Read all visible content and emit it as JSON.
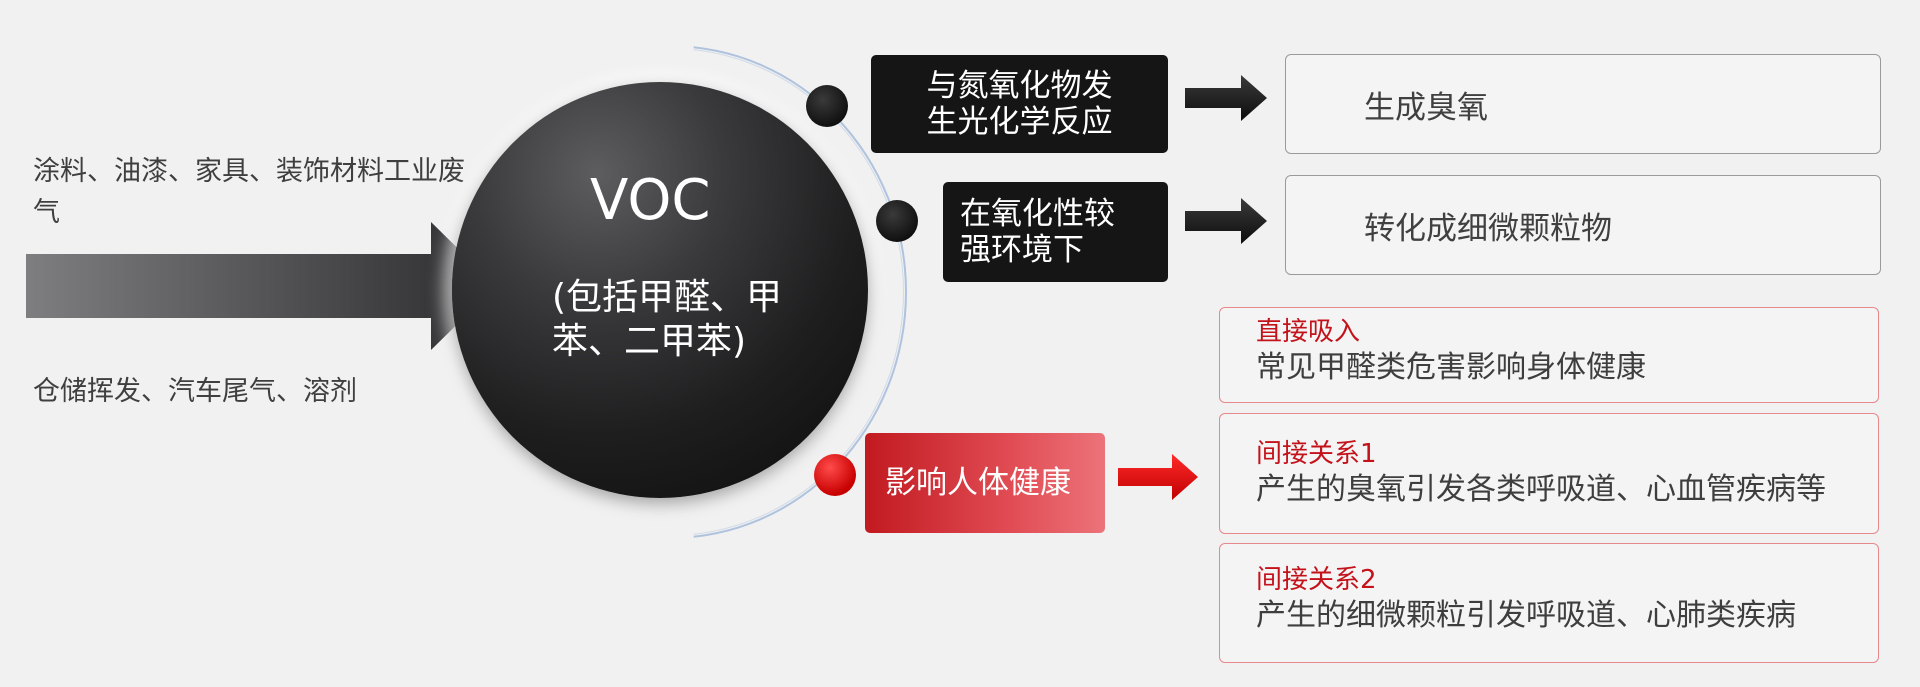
{
  "sources": {
    "industrial": "涂料、油漆、家具、装饰材料工业废气",
    "other": "仓储挥发、汽车尾气、溶剂"
  },
  "voc": {
    "title": "VOC",
    "subtitle": "(包括甲醛、甲苯、二甲苯)"
  },
  "reactions": [
    {
      "label": "与氮氧化物发生光化学反应",
      "result": "生成臭氧"
    },
    {
      "label": "在氧化性较强环境下",
      "result": "转化成细微颗粒物"
    }
  ],
  "health": {
    "label": "影响人体健康",
    "effects": [
      {
        "label": "直接吸入",
        "desc": "常见甲醛类危害影响身体健康"
      },
      {
        "label": "间接关系1",
        "desc": "产生的臭氧引发各类呼吸道、心血管疾病等"
      },
      {
        "label": "间接关系2",
        "desc": "产生的细微颗粒引发呼吸道、心肺类疾病"
      }
    ]
  },
  "colors": {
    "accent_red": "#c4121b",
    "dark": "#151515",
    "background": "#f1f1f1"
  }
}
